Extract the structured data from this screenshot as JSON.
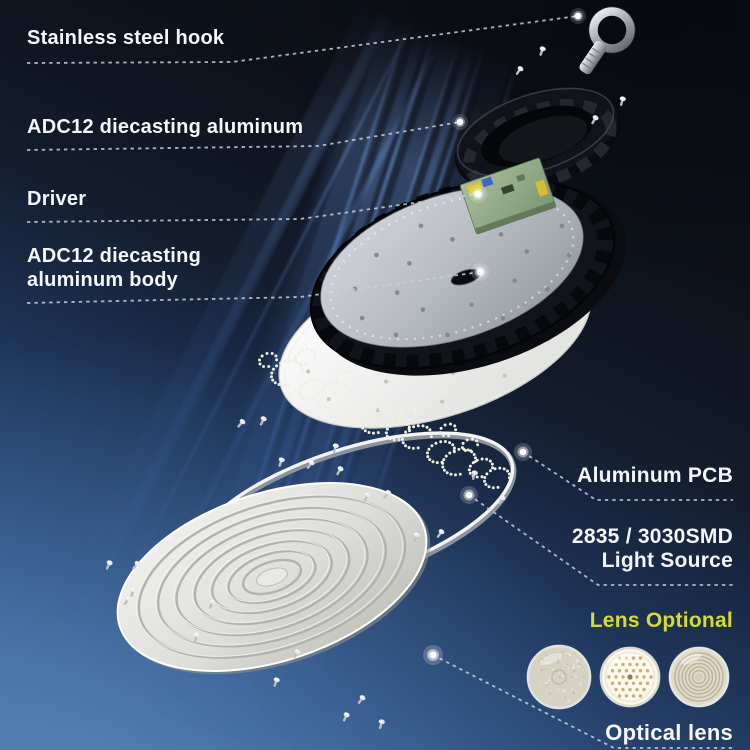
{
  "labels": {
    "hook": "Stainless steel hook",
    "cover": "ADC12 diecasting aluminum",
    "driver": "Driver",
    "body_line1": "ADC12 diecasting",
    "body_line2": "aluminum body",
    "pcb": "Aluminum PCB",
    "light_source_line1": "2835 / 3030SMD",
    "light_source_line2": "Light Source",
    "lens_optional": "Lens Optional",
    "optical_lens": "Optical lens"
  },
  "colors": {
    "label_text": "#f4f6f9",
    "lens_optional_text": "#d6da32",
    "leader_line": "#c9d1dc",
    "beam_blue": "#4d86e8",
    "background_top": "#0c0f16",
    "background_bottom": "#47709f"
  },
  "lens_options": [
    {
      "icon": "frosted-diffuser-lens-icon"
    },
    {
      "icon": "honeycomb-optic-lens-icon"
    },
    {
      "icon": "fresnel-optic-lens-icon"
    }
  ]
}
